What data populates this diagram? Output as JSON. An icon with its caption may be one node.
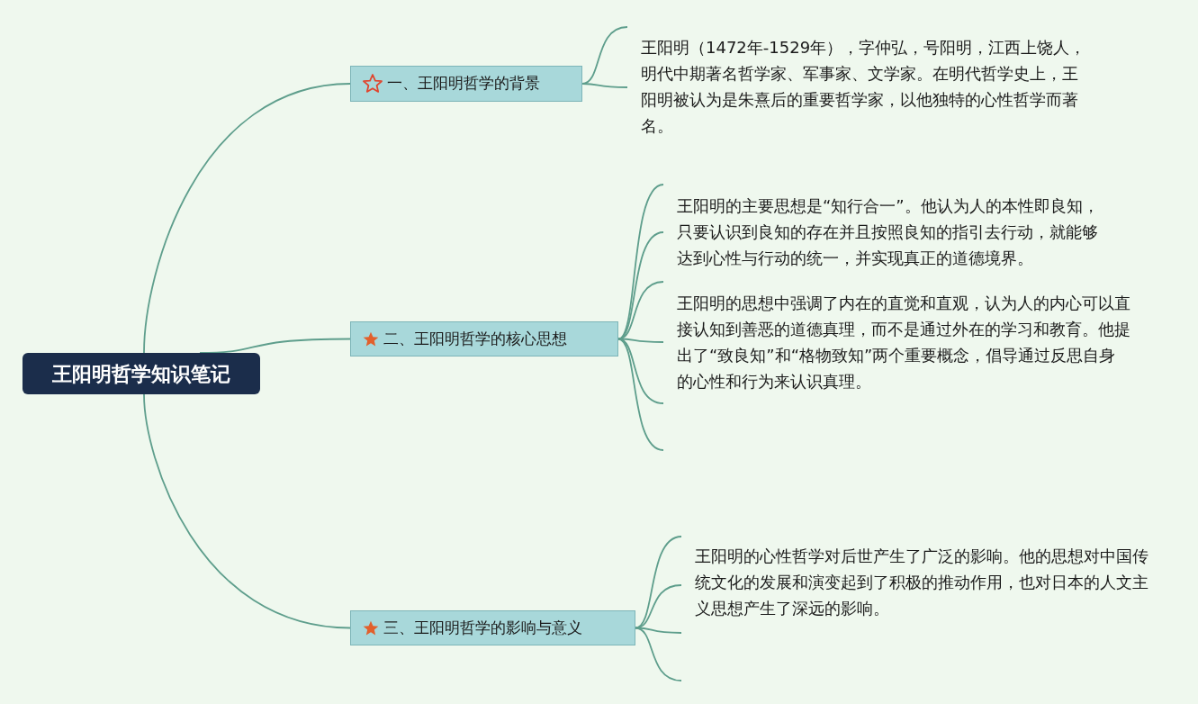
{
  "diagram": {
    "nodes": [
      {
        "text": [
          "王阳明哲学知识笔记"
        ]
      },
      {
        "text": [
          "一、王阳明哲学的背景"
        ]
      },
      {
        "text": [
          "二、王阳明哲学的核心思想"
        ]
      },
      {
        "text": [
          "三、王阳明哲学的影响与意义"
        ]
      },
      {
        "text": [
          "王阳明（1472年-1529年），字仲弘，号阳明，江西上饶人，明代中期著名哲学家、军事家、文学家。在明代哲学史上，王阳明被认为是朱熹后的重要哲学家，以他独特的心性哲学而著名。"
        ]
      },
      {
        "text": [
          "王阳明的主要思想是“知行合一”。他认为人的本性即良知，只要认识到良知的存在并且按照良知的指引去行动，就能够达到心性与行动的统一，并实现真正的道德境界。"
        ]
      },
      {
        "text": [
          "王阳明的思想中强调了内在的直觉和直观，认为人的内心可以直接认知到善恶的道德真理，而不是通过外在的学习和教育。他提出了“致良知”和“格物致知”两个重要概念，倡导通过反思自身的心性和行为来认识真理。"
        ]
      },
      {
        "text": [
          "王阳明的心性哲学对后世产生了广泛的影响。他的思想对中国传统文化的发展和演变起到了积极的推动作用，也对日本的人文主义思想产生了深远的影响。"
        ]
      }
    ],
    "edges": [
      {
        "from": 0,
        "to": 1,
        "arrow": "none"
      },
      {
        "from": 0,
        "to": 2,
        "arrow": "none"
      },
      {
        "from": 0,
        "to": 3,
        "arrow": "none"
      },
      {
        "from": 1,
        "to": 4,
        "arrow": "none"
      },
      {
        "from": 1,
        "to": 4,
        "arrow": "none"
      },
      {
        "from": 2,
        "to": 5,
        "arrow": "none"
      },
      {
        "from": 2,
        "to": 5,
        "arrow": "none"
      },
      {
        "from": 2,
        "to": 6,
        "arrow": "none"
      },
      {
        "from": 2,
        "to": 6,
        "arrow": "none"
      },
      {
        "from": 2,
        "to": 6,
        "arrow": "none"
      },
      {
        "from": 2,
        "to": null,
        "arrow": "none"
      },
      {
        "from": 3,
        "to": 7,
        "arrow": "none"
      },
      {
        "from": 3,
        "to": 7,
        "arrow": "none"
      },
      {
        "from": 3,
        "to": 7,
        "arrow": "none"
      },
      {
        "from": 3,
        "to": null,
        "arrow": "none"
      }
    ]
  }
}
